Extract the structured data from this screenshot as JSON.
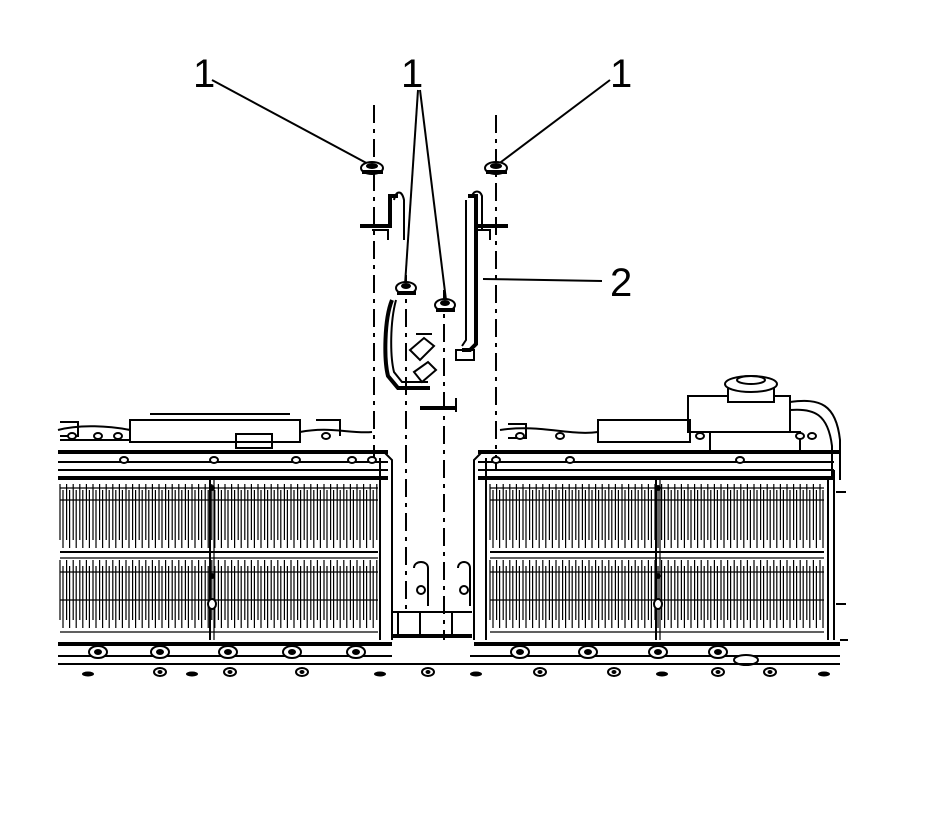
{
  "callouts": {
    "left": "1",
    "center": "1",
    "right": "1",
    "strap": "2"
  },
  "colors": {
    "ink": "#000000",
    "paper": "#ffffff"
  }
}
